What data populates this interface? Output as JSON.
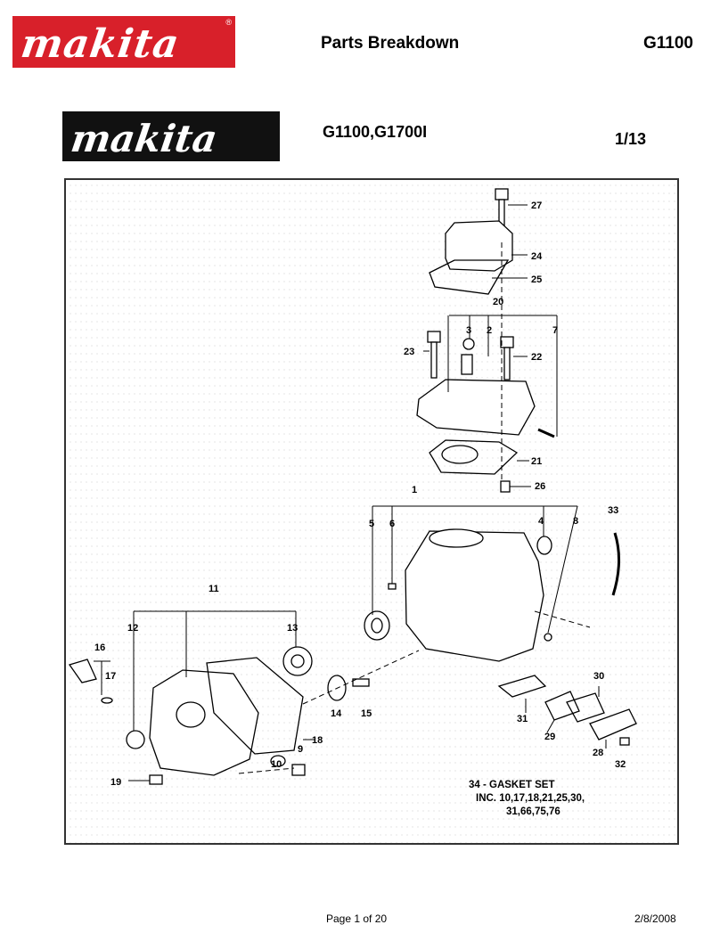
{
  "header": {
    "logo_text": "makita",
    "title": "Parts Breakdown",
    "model": "G1100"
  },
  "diagram": {
    "logo_text": "makita",
    "models": "G1100,G1700I",
    "page_fraction": "1/13",
    "callouts": [
      "1",
      "2",
      "3",
      "4",
      "5",
      "6",
      "7",
      "8",
      "9",
      "10",
      "11",
      "12",
      "13",
      "14",
      "15",
      "16",
      "17",
      "18",
      "19",
      "20",
      "21",
      "22",
      "23",
      "24",
      "25",
      "26",
      "27",
      "28",
      "29",
      "30",
      "31",
      "32",
      "33"
    ],
    "gasket_set": {
      "line1": "34 - GASKET SET",
      "line2": "INC. 10,17,18,21,25,30,",
      "line3": "31,66,75,76"
    }
  },
  "footer": {
    "page": "Page 1 of 20",
    "date": "2/8/2008"
  }
}
